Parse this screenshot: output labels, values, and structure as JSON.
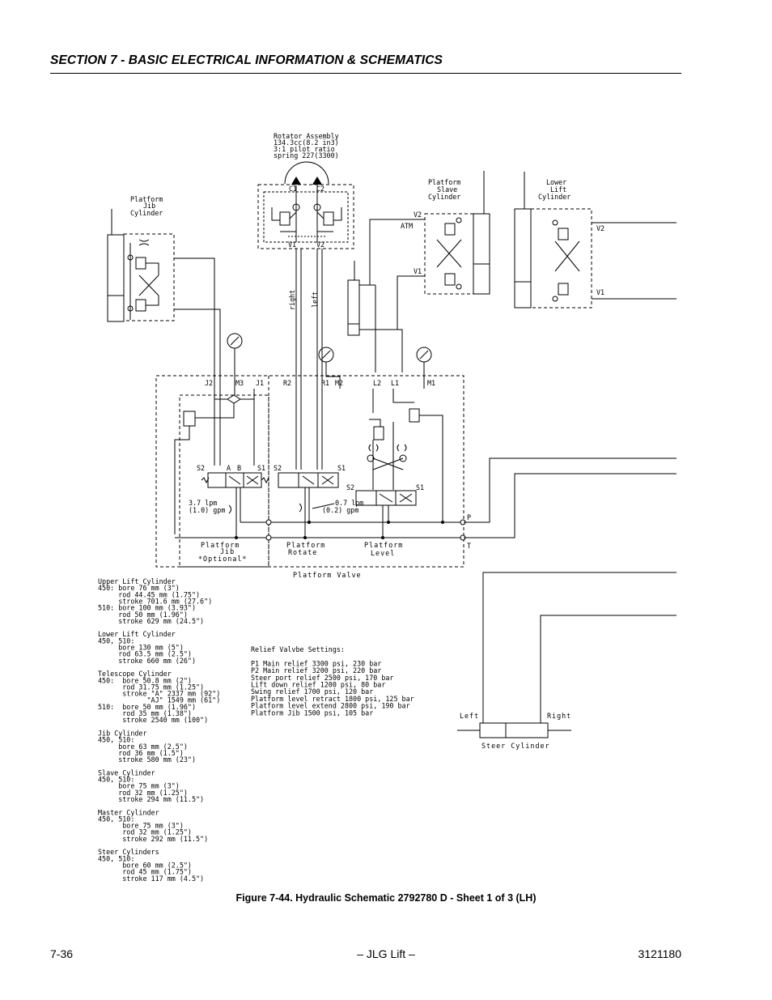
{
  "header": {
    "section_title": "SECTION 7 - BASIC ELECTRICAL INFORMATION & SCHEMATICS"
  },
  "schematic": {
    "rotator": [
      "Rotator Assembly",
      "134.3cc(8.2 in3)",
      "3:1 pilot ratio",
      "spring 227(3300)"
    ],
    "platform_jib_cylinder": [
      "Platform",
      "Jib",
      "Cylinder"
    ],
    "platform_slave_cylinder": [
      "Platform",
      "Slave",
      "Cylinder"
    ],
    "lower_lift_cylinder_title": [
      "Lower",
      "Lift",
      "Cylinder"
    ],
    "ports": {
      "c1": "C1",
      "c2": "C2",
      "v1": "V1",
      "v2": "V2",
      "atm": "ATM",
      "j1": "J1",
      "j2": "J2",
      "m1": "M1",
      "m2": "M2",
      "m3": "M3",
      "r1": "R1",
      "r2": "R2",
      "l1": "L1",
      "l2": "L2",
      "s1": "S1",
      "s2": "S2",
      "a": "A",
      "b": "B",
      "p": "P",
      "t": "T",
      "right_line": "right",
      "left_line": "left"
    },
    "orifice_jib": [
      "3.7 lpm",
      "(1.0) gpm"
    ],
    "orifice_level": [
      "0.7 lpm",
      "(0.2) gpm"
    ],
    "valve_sections": {
      "jib": [
        "Platform",
        "Jib",
        "*Optional*"
      ],
      "rotate": [
        "Platform",
        "Rotate"
      ],
      "level": [
        "Platform",
        "Level"
      ]
    },
    "platform_valve": "Platform Valve",
    "cylinder_specs": [
      "Upper Lift Cylinder",
      "450: bore 76 mm (3\")",
      "     rod 44.45 mm (1.75\")",
      "     stroke 701.6 mm (27.6\")",
      "510: bore 100 mm (3.93\")",
      "     rod 50 mm (1.96\")",
      "     stroke 629 mm (24.5\")",
      "",
      "Lower Lift Cylinder",
      "450, 510:",
      "     bore 130 mm (5\")",
      "     rod 63.5 mm (2.5\")",
      "     stroke 660 mm (26\")",
      "",
      "Telescope Cylinder",
      "450:  bore 50.8 mm (2\")",
      "      rod 31.75 mm (1.25\")",
      "      stroke \"A\" 2337 mm (92\")",
      "            \"AJ\" 1549 mm (61\")",
      "510:  bore 50 mm (1.96\")",
      "      rod 35 mm (1.38\")",
      "      stroke 2540 mm (100\")",
      "",
      "Jib Cylinder",
      "450, 510:",
      "     bore 63 mm (2.5\")",
      "     rod 36 mm (1.5\")",
      "     stroke 580 mm (23\")",
      "",
      "Slave Cylinder",
      "450, 510:",
      "     bore 75 mm (3\")",
      "     rod 32 mm (1.25\")",
      "     stroke 294 mm (11.5\")",
      "",
      "Master Cylinder",
      "450, 510:",
      "      bore 75 mm (3\")",
      "      rod 32 mm (1.25\")",
      "      stroke 292 mm (11.5\")",
      "",
      "Steer Cylinders",
      "450, 510:",
      "      bore 60 mm (2.5\")",
      "      rod 45 mm (1.75\")",
      "      stroke 117 mm (4.5\")"
    ],
    "relief_settings": [
      "Relief Valvbe Settings:",
      "",
      "P1 Main relief 3300 psi, 230 bar",
      "P2 Main relief 3200 psi, 220 bar",
      "Steer port relief 2500 psi, 170 bar",
      "Lift down relief 1200 psi, 80 bar",
      "Swing relief 1700 psi, 120 bar",
      "Platform level retract 1800 psi, 125 bar",
      "Platform level extend 2800 psi, 190 bar",
      "Platform Jib 1500 psi, 105 bar"
    ],
    "steer": {
      "left": "Left",
      "right": "Right",
      "name": "Steer Cylinder"
    }
  },
  "caption": "Figure 7-44.  Hydraulic Schematic 2792780 D - Sheet 1 of 3 (LH)",
  "footer": {
    "page": "7-36",
    "brand": "– JLG Lift –",
    "doc_number": "3121180"
  }
}
